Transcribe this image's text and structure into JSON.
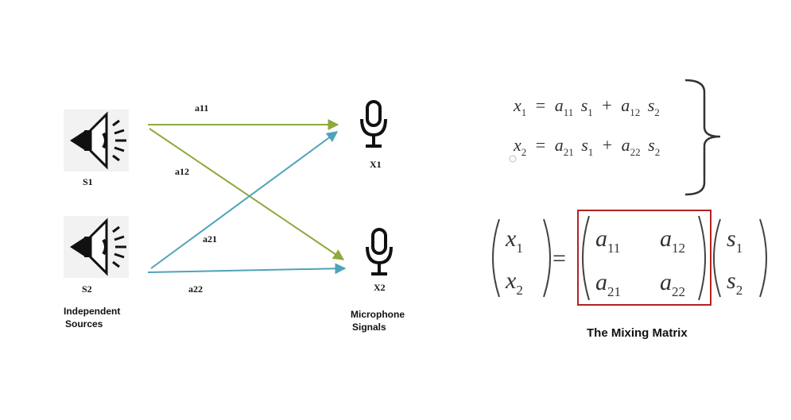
{
  "sources": {
    "s1_label": "S1",
    "s2_label": "S2",
    "group_label_line1": "Independent",
    "group_label_line2": "Sources"
  },
  "microphones": {
    "x1_label": "X1",
    "x2_label": "X2",
    "group_label_line1": "Microphone",
    "group_label_line2": "Signals"
  },
  "edges": {
    "a11": "a11",
    "a12": "a12",
    "a21": "a21",
    "a22": "a22"
  },
  "colors": {
    "green": "#8daa3c",
    "teal": "#4fa3b8",
    "matrix_box": "#b22222"
  },
  "icons": {
    "speaker": "speaker-icon",
    "microphone": "microphone-icon"
  },
  "equations": {
    "row1": {
      "lhs": "x",
      "lhs_sub": "1",
      "eq": "=",
      "t1": "a",
      "t1_sub": "11",
      "t2": "s",
      "t2_sub": "1",
      "plus": "+",
      "t3": "a",
      "t3_sub": "12",
      "t4": "s",
      "t4_sub": "2"
    },
    "row2": {
      "lhs": "x",
      "lhs_sub": "2",
      "eq": "=",
      "t1": "a",
      "t1_sub": "21",
      "t2": "s",
      "t2_sub": "1",
      "plus": "+",
      "t3": "a",
      "t3_sub": "22",
      "t4": "s",
      "t4_sub": "2"
    }
  },
  "matrix": {
    "x": [
      {
        "sym": "x",
        "sub": "1"
      },
      {
        "sym": "x",
        "sub": "2"
      }
    ],
    "eq": "=",
    "a": [
      [
        {
          "sym": "a",
          "sub": "11"
        },
        {
          "sym": "a",
          "sub": "12"
        }
      ],
      [
        {
          "sym": "a",
          "sub": "21"
        },
        {
          "sym": "a",
          "sub": "22"
        }
      ]
    ],
    "s": [
      {
        "sym": "s",
        "sub": "1"
      },
      {
        "sym": "s",
        "sub": "2"
      }
    ],
    "caption": "The Mixing Matrix"
  }
}
